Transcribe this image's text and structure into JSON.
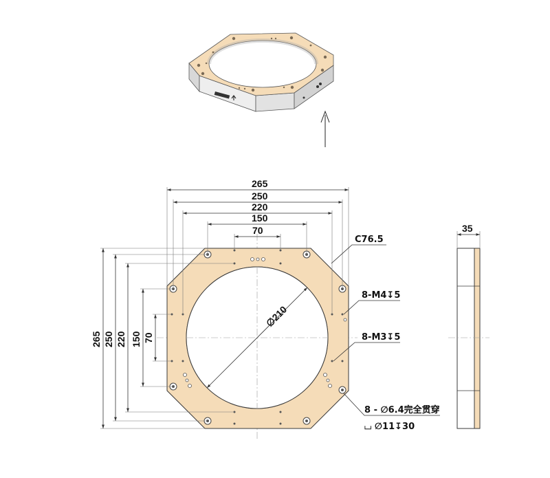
{
  "dimensions": {
    "width_265": "265",
    "width_250": "250",
    "width_220": "220",
    "width_150": "150",
    "width_70": "70",
    "height_265": "265",
    "height_250": "250",
    "height_220": "220",
    "height_150": "150",
    "height_70": "70",
    "thickness_35": "35",
    "bore_diameter": "∅210"
  },
  "callouts": {
    "chamfer": "C76.5",
    "tap_m4": "8-M4↧5",
    "tap_m3": "8-M3↧5",
    "through_hole": "8 - ∅6.4完全贯穿",
    "counterbore": "⌴ ∅11↧30"
  },
  "colors": {
    "plate": "#f5dcb8",
    "outline": "#3a3a3a",
    "bore": "#ffffff"
  }
}
